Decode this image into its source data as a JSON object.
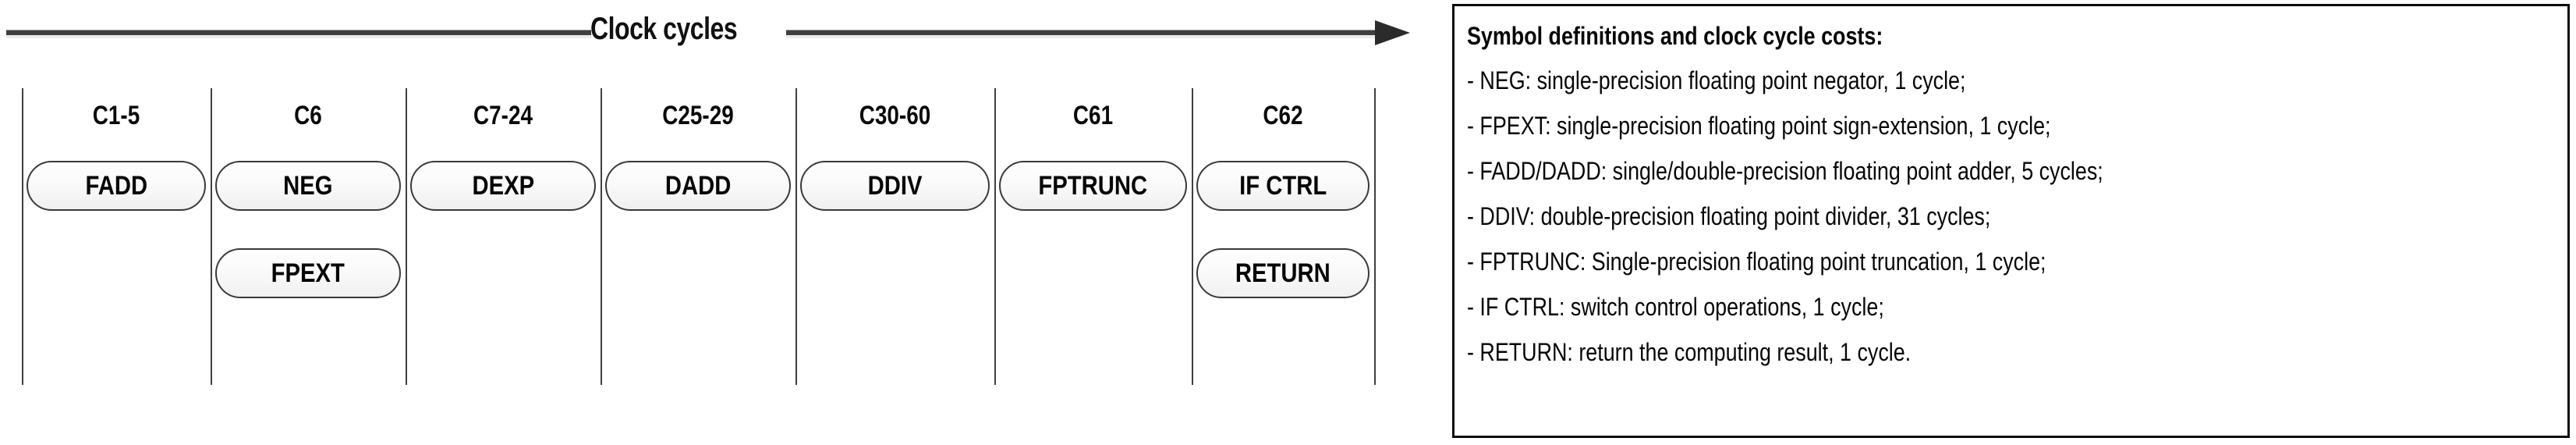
{
  "timeline": {
    "axis_label": "Clock cycles",
    "axis_arrow_direction": "right",
    "columns": [
      {
        "cycle_label": "C1-5",
        "ops": [
          "FADD"
        ]
      },
      {
        "cycle_label": "C6",
        "ops": [
          "NEG",
          "FPEXT"
        ]
      },
      {
        "cycle_label": "C7-24",
        "ops": [
          "DEXP"
        ]
      },
      {
        "cycle_label": "C25-29",
        "ops": [
          "DADD"
        ]
      },
      {
        "cycle_label": "C30-60",
        "ops": [
          "DDIV"
        ]
      },
      {
        "cycle_label": "C61",
        "ops": [
          "FPTRUNC"
        ]
      },
      {
        "cycle_label": "C62",
        "ops": [
          "IF CTRL",
          "RETURN"
        ]
      }
    ]
  },
  "legend": {
    "title": "Symbol definitions and clock cycle costs:",
    "lines": [
      "- NEG: single-precision floating point negator, 1 cycle;",
      "- FPEXT: single-precision floating point sign-extension, 1 cycle;",
      "- FADD/DADD: single/double-precision floating point adder, 5 cycles;",
      "- DDIV: double-precision floating point divider, 31 cycles;",
      "- FPTRUNC: Single-precision floating point truncation, 1 cycle;",
      "- IF CTRL: switch control operations, 1 cycle;",
      "- RETURN: return the computing result, 1 cycle."
    ]
  },
  "colors": {
    "line": "#3f3f3f",
    "text": "#060606",
    "pill_border": "#3a3a3a",
    "pill_fill": "#f5f5f5",
    "legend_border": "#0d0d0d"
  }
}
